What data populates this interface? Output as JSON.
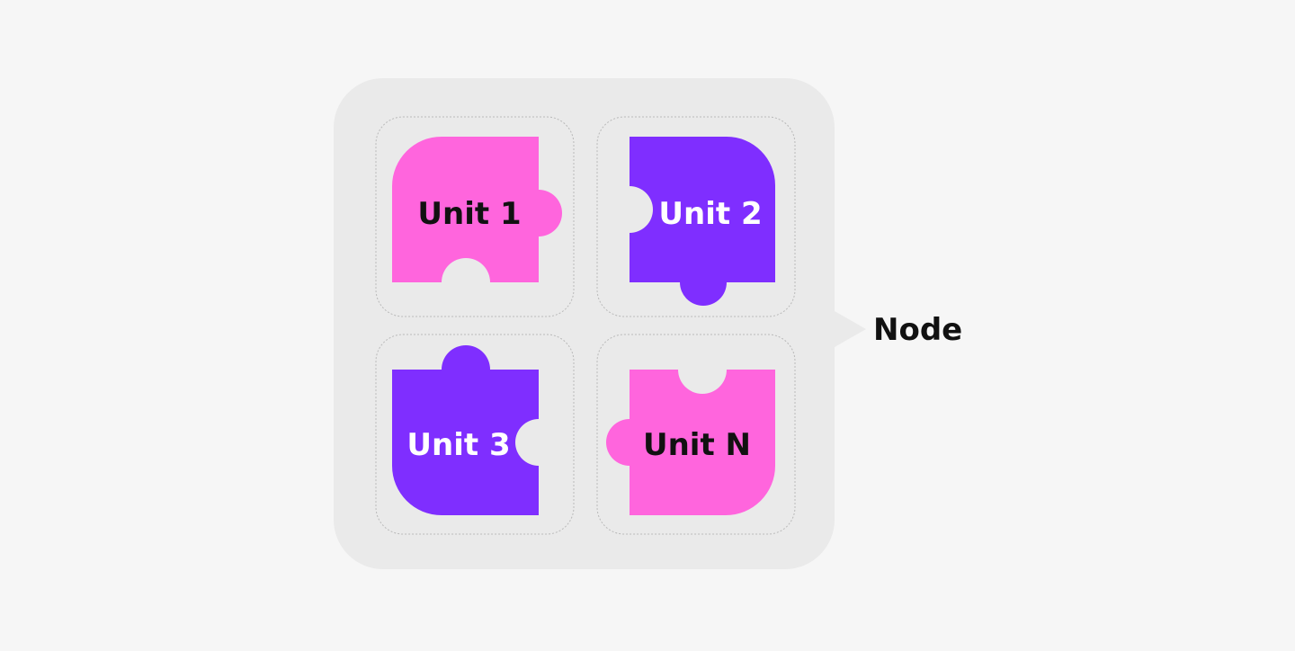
{
  "colors": {
    "page_background": "#f6f6f6",
    "node_fill": "#eaeaea",
    "slot_border": "#b9b9b9",
    "pink": "#ff65dd",
    "purple": "#7f2eff",
    "dark_text": "#111111",
    "light_text": "#ffffff"
  },
  "node": {
    "label": "Node"
  },
  "units": [
    {
      "label": "Unit 1",
      "color": "pink",
      "text_color": "dark"
    },
    {
      "label": "Unit 2",
      "color": "purple",
      "text_color": "light"
    },
    {
      "label": "Unit 3",
      "color": "purple",
      "text_color": "light"
    },
    {
      "label": "Unit N",
      "color": "pink",
      "text_color": "dark"
    }
  ]
}
